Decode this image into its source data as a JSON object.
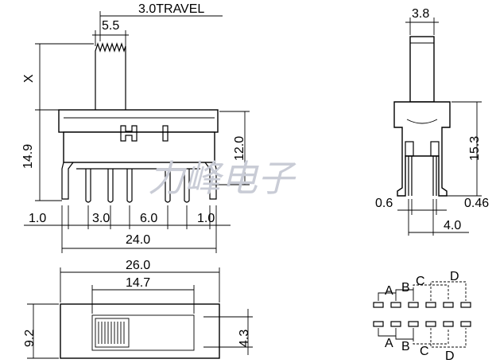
{
  "front_view": {
    "travel_label": "3.0TRAVEL",
    "actuator_width": "5.5",
    "actuator_height": "X",
    "body_height": "14.9",
    "pin_section_height": "12.0",
    "pin_offset_left": "1.0",
    "pin_pitch_a": "3.0",
    "pin_pitch_b": "6.0",
    "pin_offset_right": "1.0",
    "overall_pin_span": "24.0",
    "body_marking": "H I"
  },
  "side_view": {
    "actuator_width": "3.8",
    "total_height": "15.3",
    "pin_thickness": "0.6",
    "pin_thickness_right": "0.46",
    "pin_row_spacing": "4.0"
  },
  "top_view": {
    "body_length": "26.0",
    "window_length": "14.7",
    "body_width": "9.2",
    "actuator_travel_width": "4.3"
  },
  "pin_layout": {
    "top_labels": [
      "A",
      "B",
      "C",
      "D"
    ],
    "bottom_labels": [
      "A",
      "B",
      "C",
      "D"
    ]
  },
  "watermark": "力峰电子"
}
